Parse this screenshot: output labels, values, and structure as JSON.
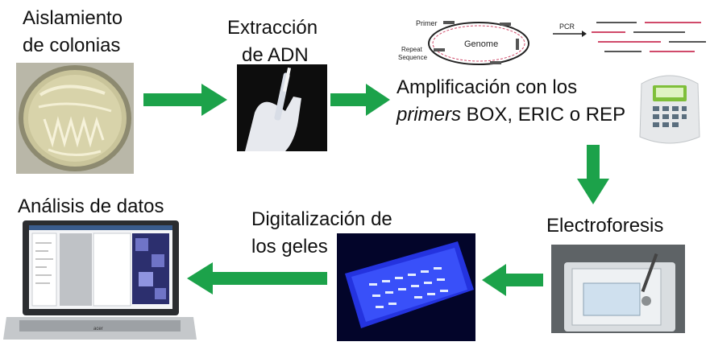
{
  "steps": {
    "colonias": {
      "line1": "Aislamiento",
      "line2": "de colonias"
    },
    "extraccion": {
      "line1": "Extracción",
      "line2": "de ADN"
    },
    "amplificacion": {
      "line1": "Amplificación con los",
      "line2_italic": "primers",
      "line2_rest": " BOX, ERIC o REP"
    },
    "electroforesis": {
      "label": "Electroforesis"
    },
    "digitalizacion": {
      "line1": "Digitalización de",
      "line2": "los geles"
    },
    "analisis": {
      "label": "Análisis de datos"
    }
  },
  "pcr_diagram": {
    "primer": "Primer",
    "repeat": "Repeat",
    "sequence": "Sequence",
    "genome": "Genome",
    "pcr": "PCR"
  },
  "laptop": {
    "brand": "acer"
  },
  "colors": {
    "arrow": "#1ca24a",
    "gel_glow": "#2a3cff"
  }
}
